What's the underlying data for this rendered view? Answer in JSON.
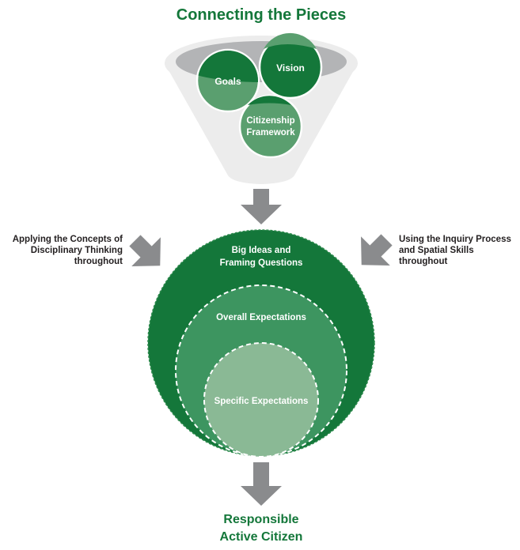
{
  "title": "Connecting the Pieces",
  "funnel": {
    "goals": "Goals",
    "vision": "Vision",
    "citizenship_line1": "Citizenship",
    "citizenship_line2": "Framework"
  },
  "left_note": [
    "Applying the Concepts of",
    "Disciplinary Thinking",
    "throughout"
  ],
  "right_note": [
    "Using the Inquiry Process",
    "and Spatial Skills",
    "throughout"
  ],
  "circles": {
    "outer_line1": "Big Ideas and",
    "outer_line2": "Framing Questions",
    "middle": "Overall Expectations",
    "inner": "Specific Expectations"
  },
  "outcome": [
    "Responsible",
    "Active Citizen"
  ],
  "colors": {
    "dark_green": "#14773a",
    "mid_green": "#3d9560",
    "light_green": "#8ab995",
    "funnel_light": "#ececec",
    "funnel_gray": "#b3b4b6",
    "arrow_gray": "#8a8b8d",
    "text_dark": "#231f20"
  }
}
